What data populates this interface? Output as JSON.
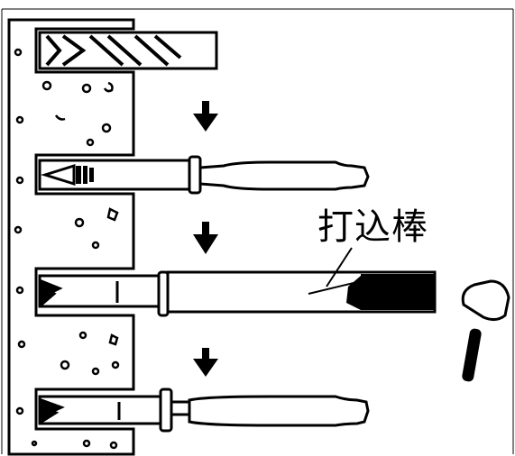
{
  "figure": {
    "label_text": "打込棒",
    "colors": {
      "ink": "#000000",
      "paper": "#ffffff"
    },
    "steps": [
      {
        "name": "drilling"
      },
      {
        "name": "insert-anchor"
      },
      {
        "name": "drive-with-rod"
      },
      {
        "name": "set-anchor"
      }
    ],
    "icons": [
      "drill-bit-icon",
      "down-arrow-icon",
      "anchor-icon",
      "drive-rod-icon",
      "hammer-icon"
    ]
  }
}
